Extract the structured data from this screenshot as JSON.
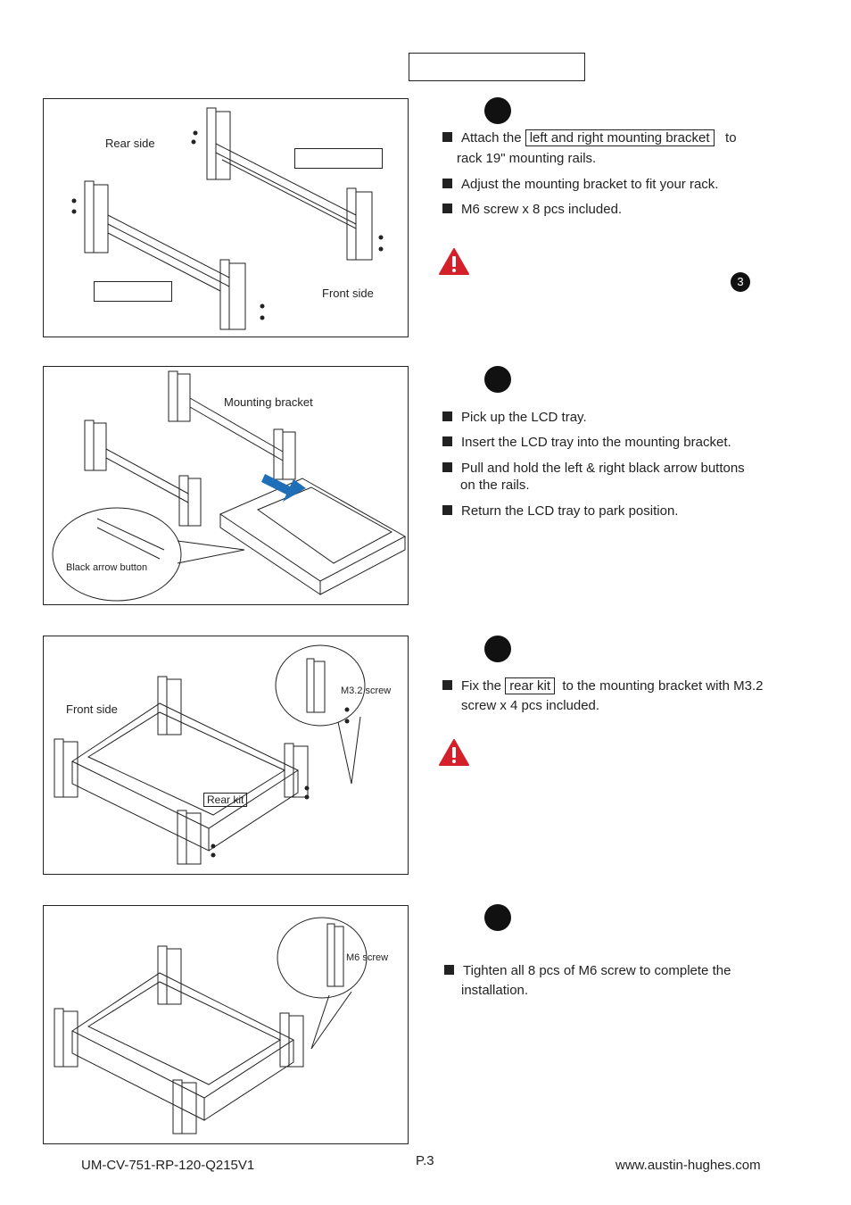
{
  "page": {
    "page_number": "P.3",
    "footer_left": "UM-CV-751-RP-120-Q215V1",
    "footer_right": "www.austin-hughes.com"
  },
  "step1": {
    "fig_rear_side": "Rear side",
    "fig_front_side": "Front side",
    "b1_pre": "Attach the",
    "b1_box": "left and right mounting bracket",
    "b1_post": "to",
    "b1_line2": "rack 19\" mounting rails.",
    "b2": "Adjust the mounting bracket to fit your rack.",
    "b3": "M6 screw x 8 pcs included.",
    "ref_number": "3"
  },
  "step2": {
    "fig_mounting_bracket": "Mounting bracket",
    "fig_black_arrow": "Black arrow button",
    "b1": "Pick up the LCD tray.",
    "b2": "Insert the LCD tray into the mounting bracket.",
    "b3_line1": "Pull and hold the left & right black arrow buttons",
    "b3_line2": "on the rails.",
    "b4": "Return the LCD tray to park position."
  },
  "step3": {
    "fig_front_side": "Front side",
    "fig_m32_screw": "M3.2 screw",
    "fig_rear_kit": "Rear kit",
    "b1_pre": "Fix the",
    "b1_box": "rear kit",
    "b1_post": "to the mounting bracket with M3.2",
    "b1_line2": "screw x 4 pcs included."
  },
  "step4": {
    "fig_m6_screw": "M6 screw",
    "b1_line1": "Tighten all 8 pcs of M6 screw to complete the",
    "b1_line2": "installation."
  },
  "colors": {
    "ink": "#222222",
    "warning_red": "#d4202a",
    "arrow_blue": "#1f6fb8"
  }
}
